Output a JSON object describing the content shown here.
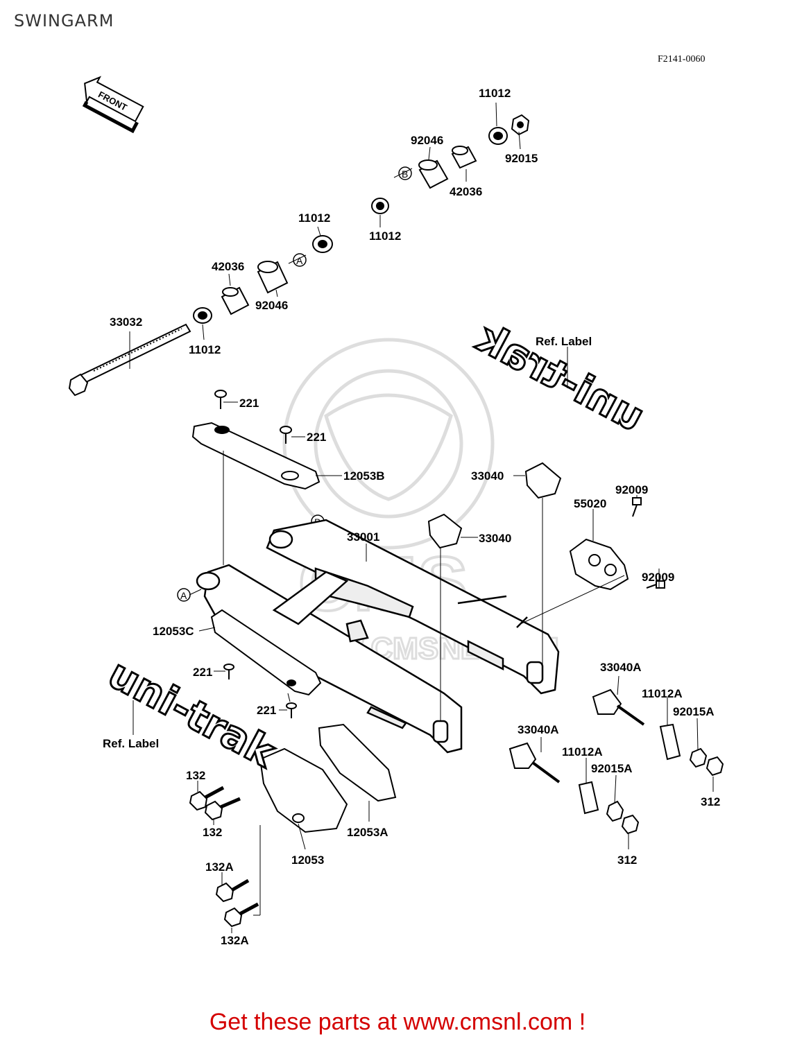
{
  "header": {
    "title": "SWINGARM",
    "figure_code": "F2141-0060"
  },
  "front_arrow_label": "FRONT",
  "watermark": {
    "brand_text": "CMS",
    "site_text": "WWW.CMSNL.COM"
  },
  "decals": {
    "top_decal_text": "uni-trak",
    "bottom_decal_text": "uni-trak"
  },
  "ref_labels": {
    "top": "Ref. Label",
    "bottom": "Ref. Label"
  },
  "callouts": {
    "a": "A",
    "b": "B"
  },
  "part_labels": [
    {
      "id": "11012-top-right",
      "text": "11012"
    },
    {
      "id": "92015-top",
      "text": "92015"
    },
    {
      "id": "92046-top",
      "text": "92046"
    },
    {
      "id": "42036-top",
      "text": "42036"
    },
    {
      "id": "11012-mid-right",
      "text": "11012"
    },
    {
      "id": "11012-mid-left",
      "text": "11012"
    },
    {
      "id": "42036-left",
      "text": "42036"
    },
    {
      "id": "92046-left",
      "text": "92046"
    },
    {
      "id": "33032",
      "text": "33032"
    },
    {
      "id": "11012-low",
      "text": "11012"
    },
    {
      "id": "221-a",
      "text": "221"
    },
    {
      "id": "221-b",
      "text": "221"
    },
    {
      "id": "12053B",
      "text": "12053B"
    },
    {
      "id": "33040-upper",
      "text": "33040"
    },
    {
      "id": "92009-upper",
      "text": "92009"
    },
    {
      "id": "55020",
      "text": "55020"
    },
    {
      "id": "33001",
      "text": "33001"
    },
    {
      "id": "33040-lower",
      "text": "33040"
    },
    {
      "id": "92009-lower",
      "text": "92009"
    },
    {
      "id": "12053C",
      "text": "12053C"
    },
    {
      "id": "221-c",
      "text": "221"
    },
    {
      "id": "221-d",
      "text": "221"
    },
    {
      "id": "33040A-right",
      "text": "33040A"
    },
    {
      "id": "11012A-right",
      "text": "11012A"
    },
    {
      "id": "92015A-right",
      "text": "92015A"
    },
    {
      "id": "33040A-left",
      "text": "33040A"
    },
    {
      "id": "11012A-left",
      "text": "11012A"
    },
    {
      "id": "92015A-left",
      "text": "92015A"
    },
    {
      "id": "312-right",
      "text": "312"
    },
    {
      "id": "312-left",
      "text": "312"
    },
    {
      "id": "132-top",
      "text": "132"
    },
    {
      "id": "132-bottom",
      "text": "132"
    },
    {
      "id": "12053A",
      "text": "12053A"
    },
    {
      "id": "12053",
      "text": "12053"
    },
    {
      "id": "132A-top",
      "text": "132A"
    },
    {
      "id": "132A-bottom",
      "text": "132A"
    }
  ],
  "footer": {
    "cta_text": "Get these parts at www.cmsnl.com !"
  }
}
